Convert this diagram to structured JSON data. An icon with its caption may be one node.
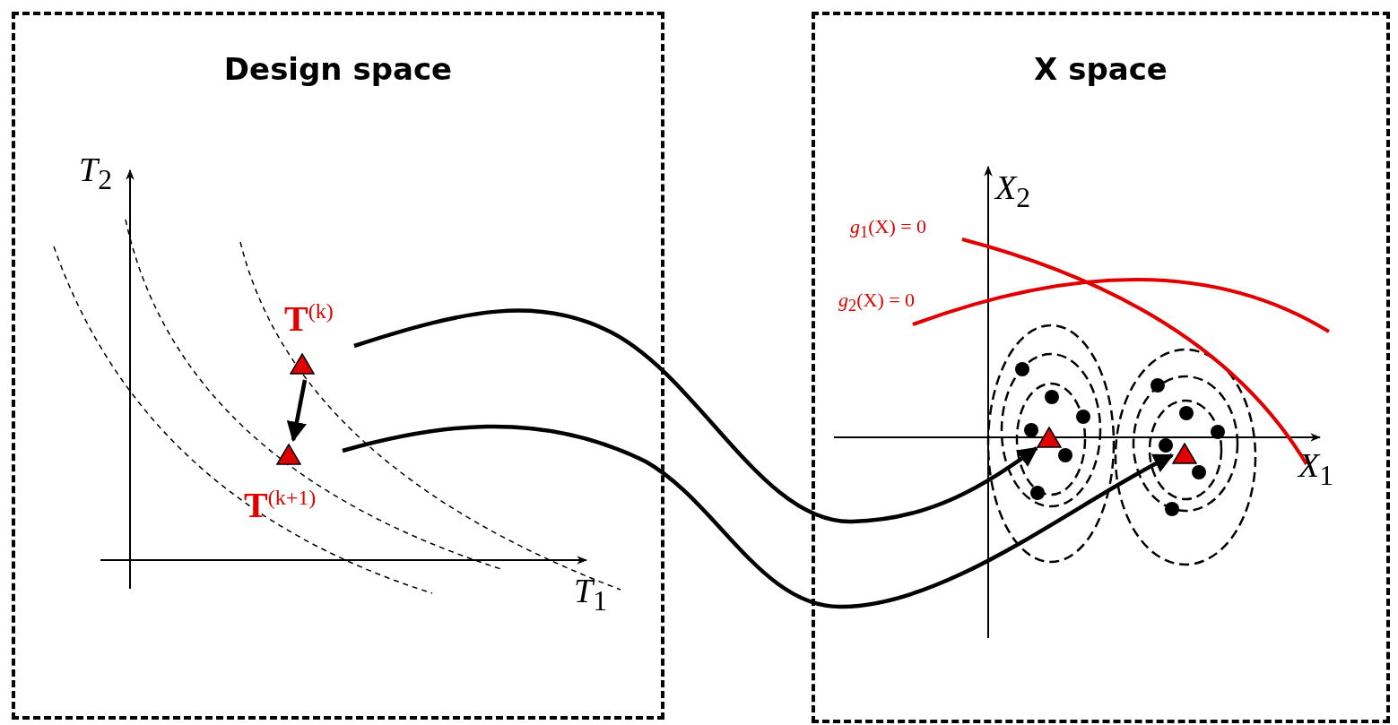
{
  "diagram": {
    "nodes": [
      {
        "text": [
          "Design space"
        ]
      },
      {
        "text": [
          "X space"
        ]
      },
      {
        "text": [
          "**T**$^{(k)}$"
        ],
        "in": 0
      },
      {
        "text": [
          "**T**$^{(k+1)}$"
        ],
        "in": 0
      },
      {
        "text": [],
        "shape": "triangle",
        "in": 1
      },
      {
        "text": [],
        "shape": "triangle",
        "in": 1
      }
    ],
    "edges": [
      {
        "from": 2,
        "to": 3,
        "arrow": "to"
      },
      {
        "from": 2,
        "to": 4,
        "arrow": "to"
      },
      {
        "from": 3,
        "to": 5,
        "arrow": "to"
      }
    ],
    "labels": [
      "*T*$_{2}$",
      "*T*$_{1}$",
      "*X*$_{2}$",
      "*X*$_{1}$",
      "*g*$_{1}$(X) = 0",
      "*g*$_{2}$(X) = 0"
    ]
  }
}
